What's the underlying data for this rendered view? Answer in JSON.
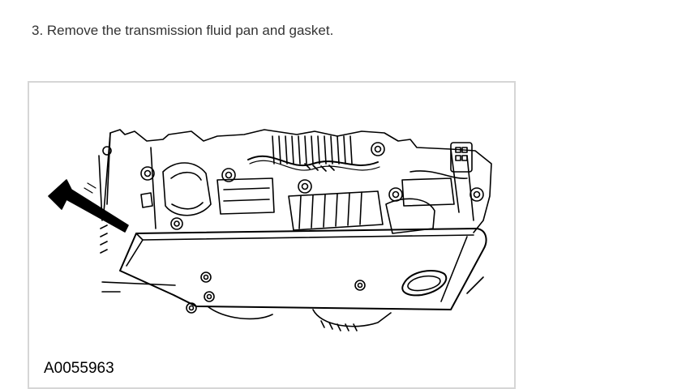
{
  "instruction": {
    "step_text": "3. Remove the transmission fluid pan and gasket."
  },
  "figure": {
    "id_label": "A0055963",
    "depicted_parts": [
      "transmission-fluid-pan",
      "gasket",
      "pan-bolt",
      "wiring-harness",
      "electrical-connector",
      "pointer-arrow"
    ],
    "line_color": "#000000",
    "background_color": "#ffffff",
    "frame_color": "#d6d6d6"
  }
}
